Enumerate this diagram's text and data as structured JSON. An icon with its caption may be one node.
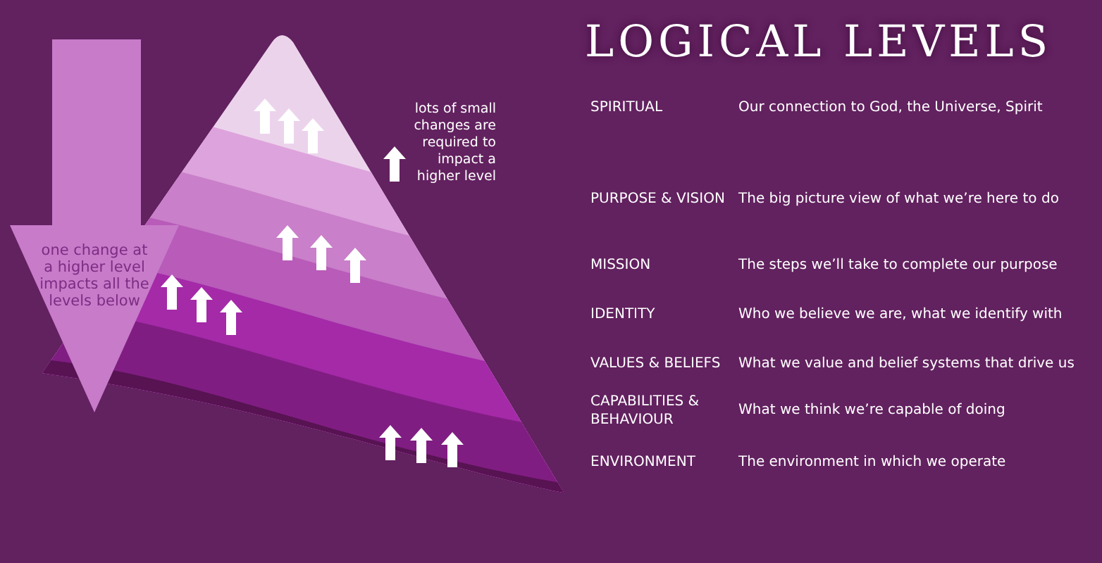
{
  "diagram": {
    "title": "LOGICAL LEVELS",
    "nodes": [
      {
        "text": [
          "one change at a higher level impacts all the levels below"
        ]
      }
    ],
    "edges": [],
    "labels": [
      "lots of small changes are required to impact a higher level",
      "SPIRITUAL",
      "Our connection to God, the Universe, Spirit",
      "PURPOSE & VISION",
      "The big picture view of what we’re here to do",
      "MISSION",
      "The steps we’ll take to complete our purpose",
      "IDENTITY",
      "Who we believe we are, what we identify with",
      "VALUES & BELIEFS",
      "What we value and belief systems that drive us",
      "CAPABILITIES & BEHAVIOUR",
      "What we think we’re capable of doing",
      "ENVIRONMENT",
      "The environment in which we operate"
    ]
  }
}
